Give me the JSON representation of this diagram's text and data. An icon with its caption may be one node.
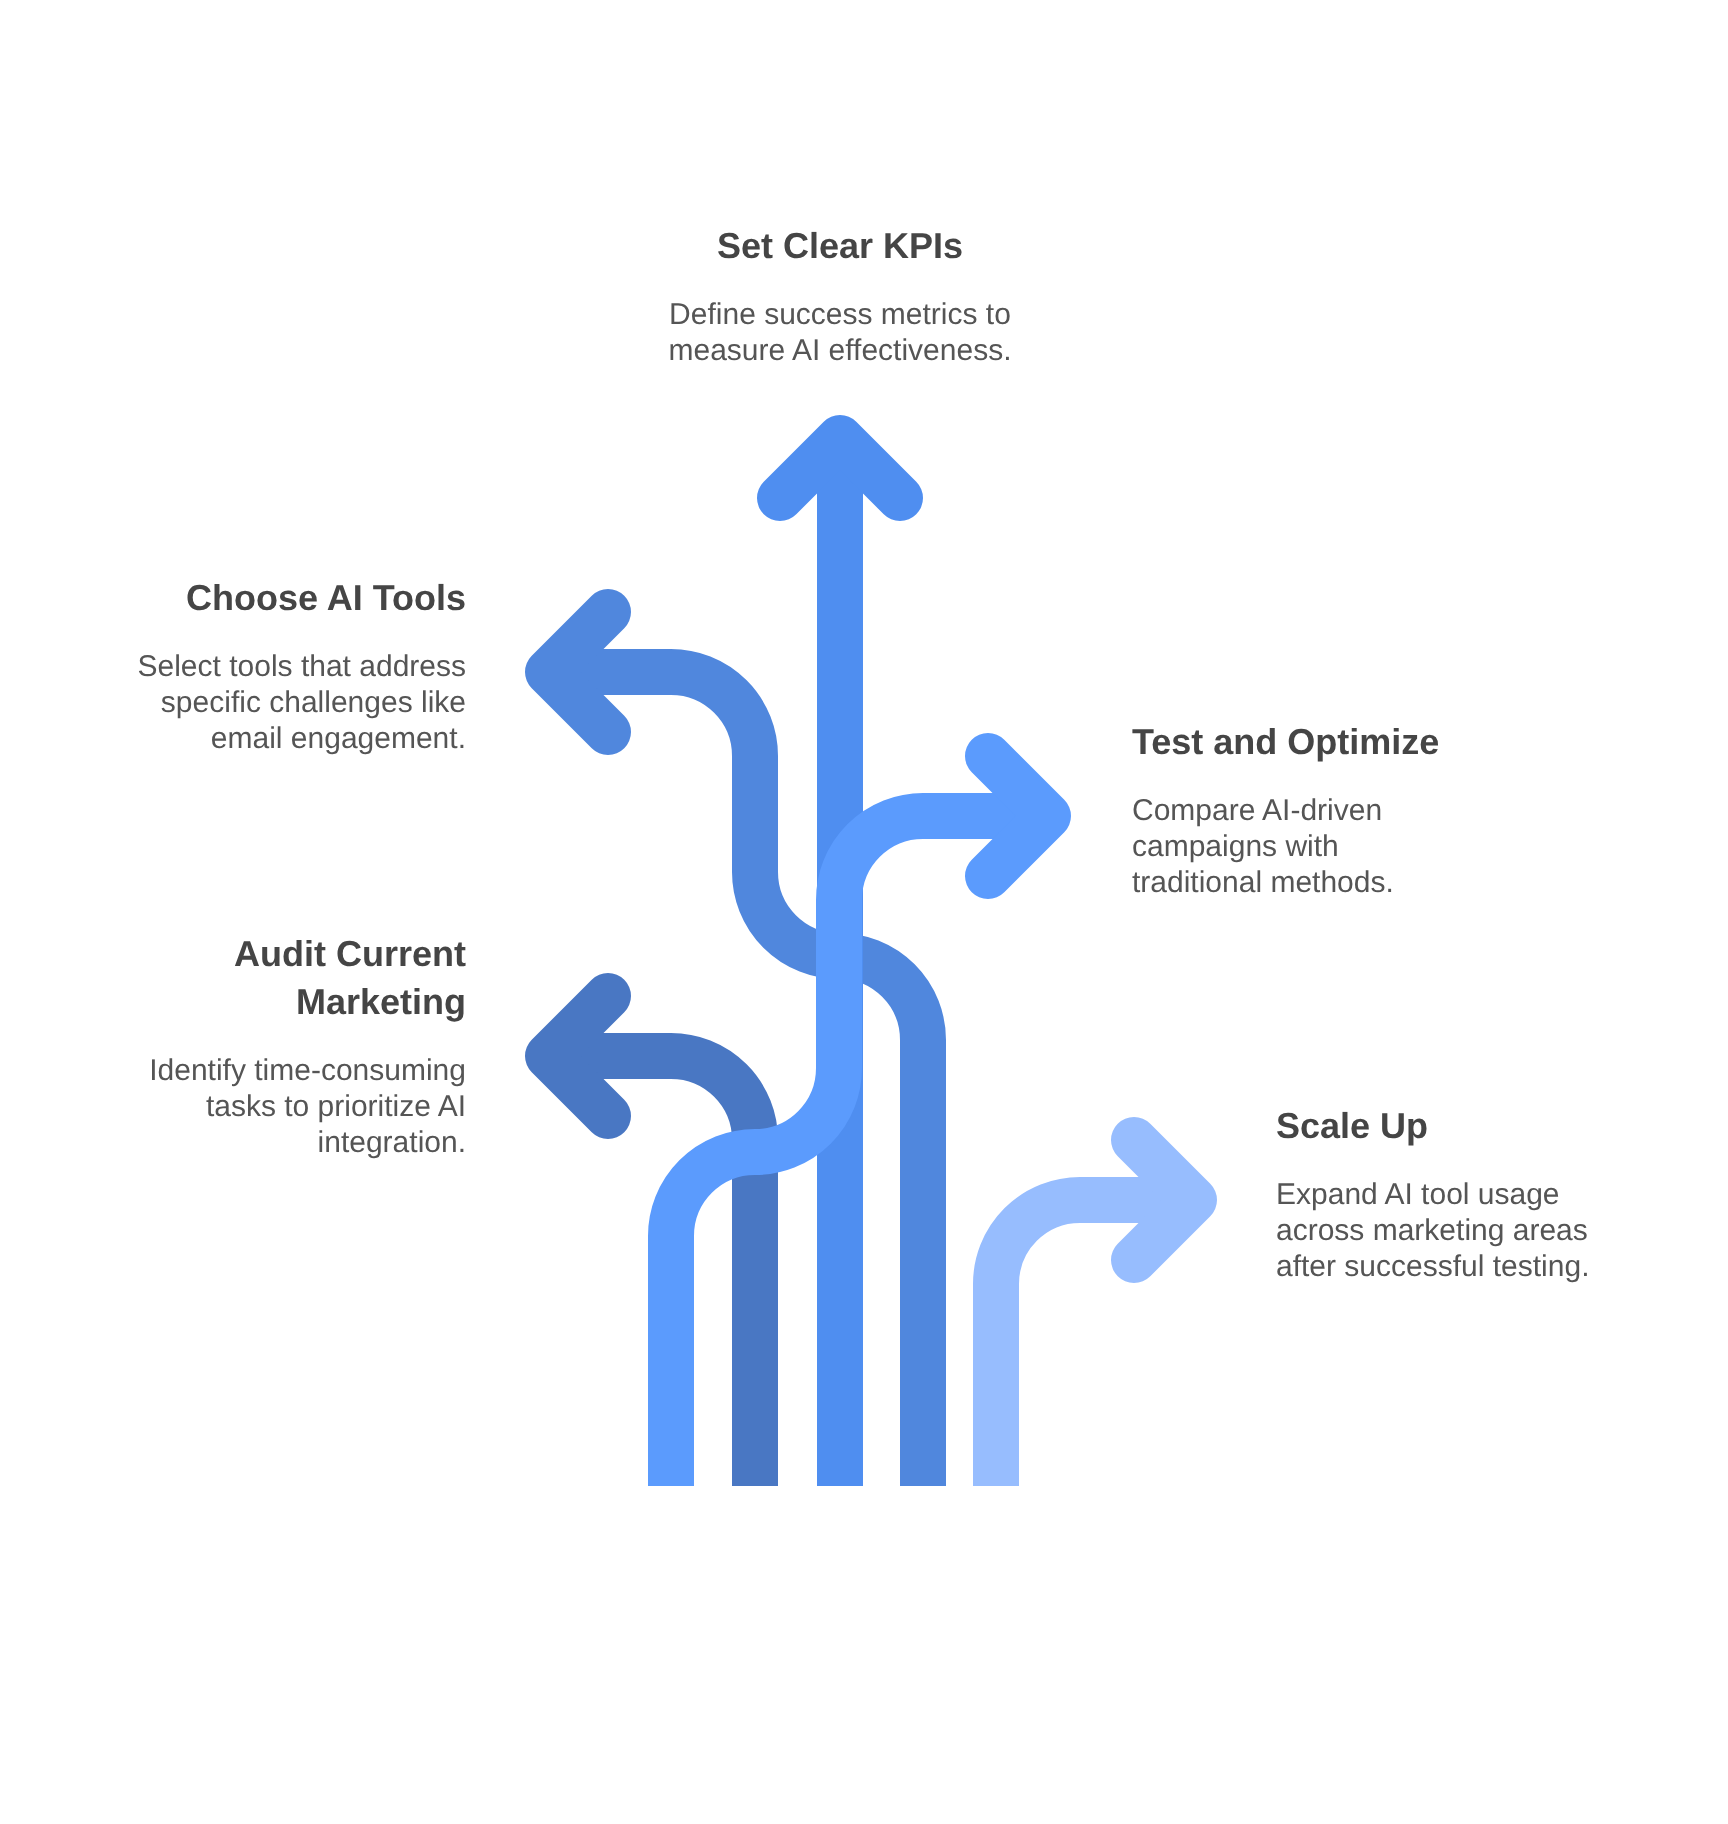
{
  "diagram": {
    "nodes": [
      {
        "text": [
          "Set Clear KPIs",
          "Define success metrics to measure AI effectiveness."
        ]
      },
      {
        "text": [
          "Choose AI Tools",
          "Select tools that address specific challenges like email engagement."
        ]
      },
      {
        "text": [
          "Test and Optimize",
          "Compare AI-driven campaigns with traditional methods."
        ]
      },
      {
        "text": [
          "Audit Current Marketing",
          "Identify time-consuming tasks to prioritize AI integration."
        ]
      },
      {
        "text": [
          "Scale Up",
          "Expand AI tool usage across marketing areas after successful testing."
        ]
      }
    ],
    "edges": [
      {
        "from": null,
        "to": 0,
        "arrow": "to",
        "color": "#4f8ef0"
      },
      {
        "from": null,
        "to": 1,
        "arrow": "to",
        "color": "#5087dd"
      },
      {
        "from": null,
        "to": 2,
        "arrow": "to",
        "color": "#5b9bfd"
      },
      {
        "from": null,
        "to": 3,
        "arrow": "to",
        "color": "#4977c3"
      },
      {
        "from": null,
        "to": 4,
        "arrow": "to",
        "color": "#97bdfe"
      }
    ]
  }
}
